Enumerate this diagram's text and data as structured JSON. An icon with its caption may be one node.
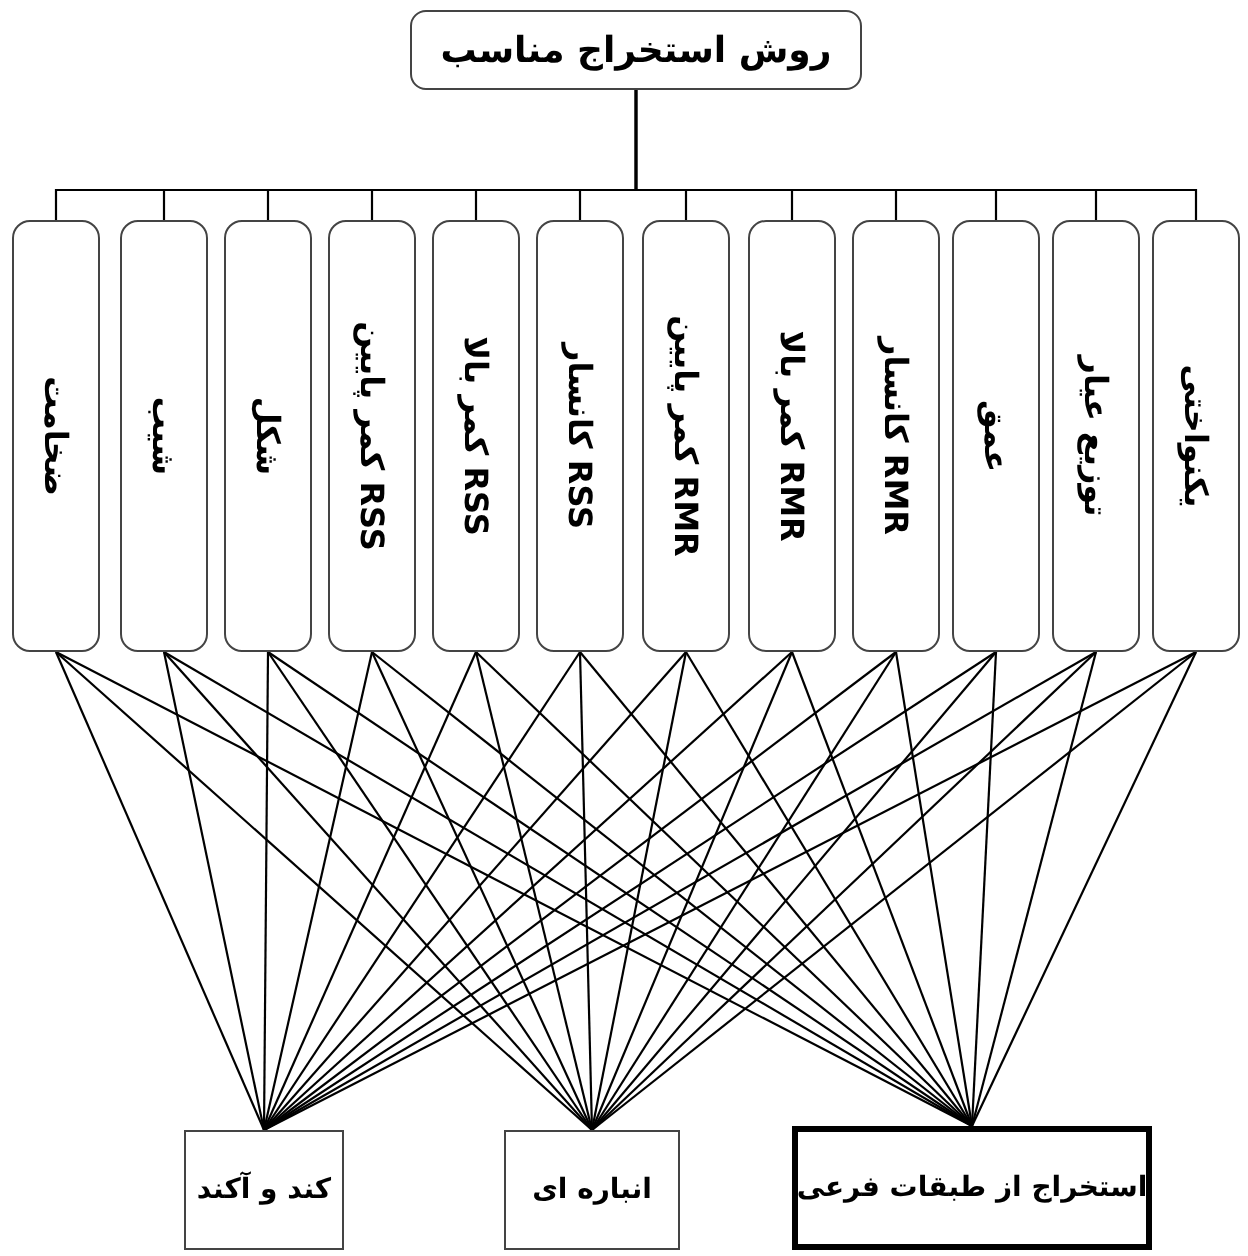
{
  "diagram": {
    "nodes": [
      {
        "text": [
          "روش استخراج مناسب"
        ]
      },
      {
        "text": [
          "یکنواختی"
        ]
      },
      {
        "text": [
          "توزیع عیار"
        ]
      },
      {
        "text": [
          "عمق"
        ]
      },
      {
        "text": [
          "RMR کانسار"
        ]
      },
      {
        "text": [
          "RMR کمر بالا"
        ]
      },
      {
        "text": [
          "RMR کمر پایین"
        ]
      },
      {
        "text": [
          "RSS کانسار"
        ]
      },
      {
        "text": [
          "RSS کمر بالا"
        ]
      },
      {
        "text": [
          "RSS کمر پایین"
        ]
      },
      {
        "text": [
          "شکل"
        ]
      },
      {
        "text": [
          "شیب"
        ]
      },
      {
        "text": [
          "ضخامت"
        ]
      },
      {
        "text": [
          "استخراج از طبقات فرعی"
        ]
      },
      {
        "text": [
          "انباره ای"
        ]
      },
      {
        "text": [
          "کند و آکند"
        ]
      }
    ],
    "edges": [
      {
        "from": 0,
        "to": 1,
        "arrow": "none"
      },
      {
        "from": 0,
        "to": 2,
        "arrow": "none"
      },
      {
        "from": 0,
        "to": 3,
        "arrow": "none"
      },
      {
        "from": 0,
        "to": 4,
        "arrow": "none"
      },
      {
        "from": 0,
        "to": 5,
        "arrow": "none"
      },
      {
        "from": 0,
        "to": 6,
        "arrow": "none"
      },
      {
        "from": 0,
        "to": 7,
        "arrow": "none"
      },
      {
        "from": 0,
        "to": 8,
        "arrow": "none"
      },
      {
        "from": 0,
        "to": 9,
        "arrow": "none"
      },
      {
        "from": 0,
        "to": 10,
        "arrow": "none"
      },
      {
        "from": 0,
        "to": 11,
        "arrow": "none"
      },
      {
        "from": 0,
        "to": 12,
        "arrow": "none"
      },
      {
        "from": 1,
        "to": 13,
        "arrow": "none"
      },
      {
        "from": 1,
        "to": 14,
        "arrow": "none"
      },
      {
        "from": 1,
        "to": 15,
        "arrow": "none"
      },
      {
        "from": 2,
        "to": 13,
        "arrow": "none"
      },
      {
        "from": 2,
        "to": 14,
        "arrow": "none"
      },
      {
        "from": 2,
        "to": 15,
        "arrow": "none"
      },
      {
        "from": 3,
        "to": 13,
        "arrow": "none"
      },
      {
        "from": 3,
        "to": 14,
        "arrow": "none"
      },
      {
        "from": 3,
        "to": 15,
        "arrow": "none"
      },
      {
        "from": 4,
        "to": 13,
        "arrow": "none"
      },
      {
        "from": 4,
        "to": 14,
        "arrow": "none"
      },
      {
        "from": 4,
        "to": 15,
        "arrow": "none"
      },
      {
        "from": 5,
        "to": 13,
        "arrow": "none"
      },
      {
        "from": 5,
        "to": 14,
        "arrow": "none"
      },
      {
        "from": 5,
        "to": 15,
        "arrow": "none"
      },
      {
        "from": 6,
        "to": 13,
        "arrow": "none"
      },
      {
        "from": 6,
        "to": 14,
        "arrow": "none"
      },
      {
        "from": 6,
        "to": 15,
        "arrow": "none"
      },
      {
        "from": 7,
        "to": 13,
        "arrow": "none"
      },
      {
        "from": 7,
        "to": 14,
        "arrow": "none"
      },
      {
        "from": 7,
        "to": 15,
        "arrow": "none"
      },
      {
        "from": 8,
        "to": 13,
        "arrow": "none"
      },
      {
        "from": 8,
        "to": 14,
        "arrow": "none"
      },
      {
        "from": 8,
        "to": 15,
        "arrow": "none"
      },
      {
        "from": 9,
        "to": 13,
        "arrow": "none"
      },
      {
        "from": 9,
        "to": 14,
        "arrow": "none"
      },
      {
        "from": 9,
        "to": 15,
        "arrow": "none"
      },
      {
        "from": 10,
        "to": 13,
        "arrow": "none"
      },
      {
        "from": 10,
        "to": 14,
        "arrow": "none"
      },
      {
        "from": 10,
        "to": 15,
        "arrow": "none"
      },
      {
        "from": 11,
        "to": 13,
        "arrow": "none"
      },
      {
        "from": 11,
        "to": 14,
        "arrow": "none"
      },
      {
        "from": 11,
        "to": 15,
        "arrow": "none"
      },
      {
        "from": 12,
        "to": 13,
        "arrow": "none"
      },
      {
        "from": 12,
        "to": 14,
        "arrow": "none"
      },
      {
        "from": 12,
        "to": 15,
        "arrow": "none"
      }
    ]
  }
}
